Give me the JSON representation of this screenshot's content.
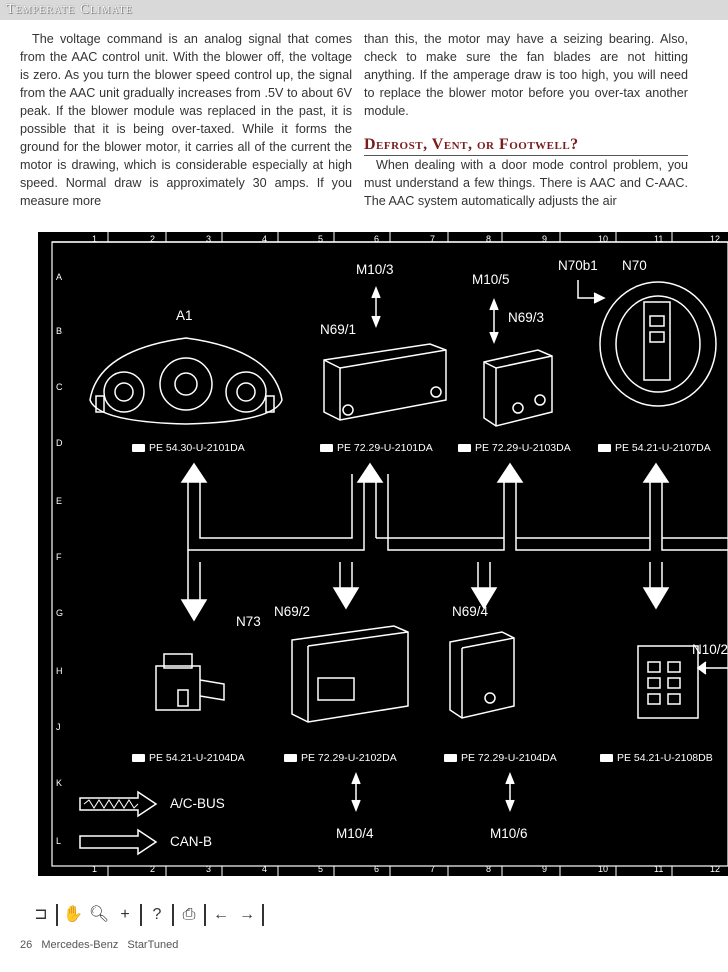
{
  "header": {
    "title": "Temperate Climate"
  },
  "left_column": {
    "paragraph": "The voltage command is an analog signal that comes from the AAC control unit. With the blower off, the voltage is zero. As you turn the blower speed control up, the signal from the AAC unit gradually increases from .5V to about 6V peak. If the blower module was replaced in the past, it is possible that it is being over-taxed. While it forms the ground for the blower motor, it carries all of the current the motor is drawing, which is considerable especially at high speed. Normal draw is approximately 30 amps. If you measure more"
  },
  "right_column": {
    "paragraph1": "than this, the motor may have a seizing bearing. Also, check to make sure the fan blades are not hitting anything. If the amperage draw is too high, you will need to replace the blower motor before you over-tax another module.",
    "heading": "Defrost, Vent, or Footwell?",
    "paragraph2": "When dealing with a door mode control problem, you must understand a few things. There is AAC and C-AAC. The AAC system automatically adjusts the air"
  },
  "diagram": {
    "column_numbers": [
      "1",
      "2",
      "3",
      "4",
      "5",
      "6",
      "7",
      "8",
      "9",
      "10",
      "11",
      "12"
    ],
    "row_letters": [
      "A",
      "B",
      "C",
      "D",
      "E",
      "F",
      "G",
      "H",
      "J",
      "K",
      "L"
    ],
    "components": {
      "a1": "A1",
      "m10_3": "M10/3",
      "n69_1": "N69/1",
      "m10_5": "M10/5",
      "n69_3": "N69/3",
      "n70b1": "N70b1",
      "n70": "N70",
      "n73": "N73",
      "n69_2": "N69/2",
      "n69_4": "N69/4",
      "n10_2": "N10/2",
      "m10_4": "M10/4",
      "m10_6": "M10/6"
    },
    "refs": {
      "r1": "PE 54.30-U-2101DA",
      "r2": "PE 72.29-U-2101DA",
      "r3": "PE 72.29-U-2103DA",
      "r4": "PE 54.21-U-2107DA",
      "r5": "PE 54.21-U-2104DA",
      "r6": "PE 72.29-U-2102DA",
      "r7": "PE 72.29-U-2104DA",
      "r8": "PE 54.21-U-2108DB"
    },
    "legend": {
      "ac_bus": "A/C-BUS",
      "can_b": "CAN-B"
    }
  },
  "toolbar": {
    "icons": [
      "frame-icon",
      "hand-icon",
      "zoom-icon",
      "crosshair-icon",
      "help-icon",
      "print-icon",
      "back-icon",
      "forward-icon"
    ]
  },
  "footer": {
    "page": "26",
    "brand": "Mercedes-Benz",
    "pub": "StarTuned"
  }
}
